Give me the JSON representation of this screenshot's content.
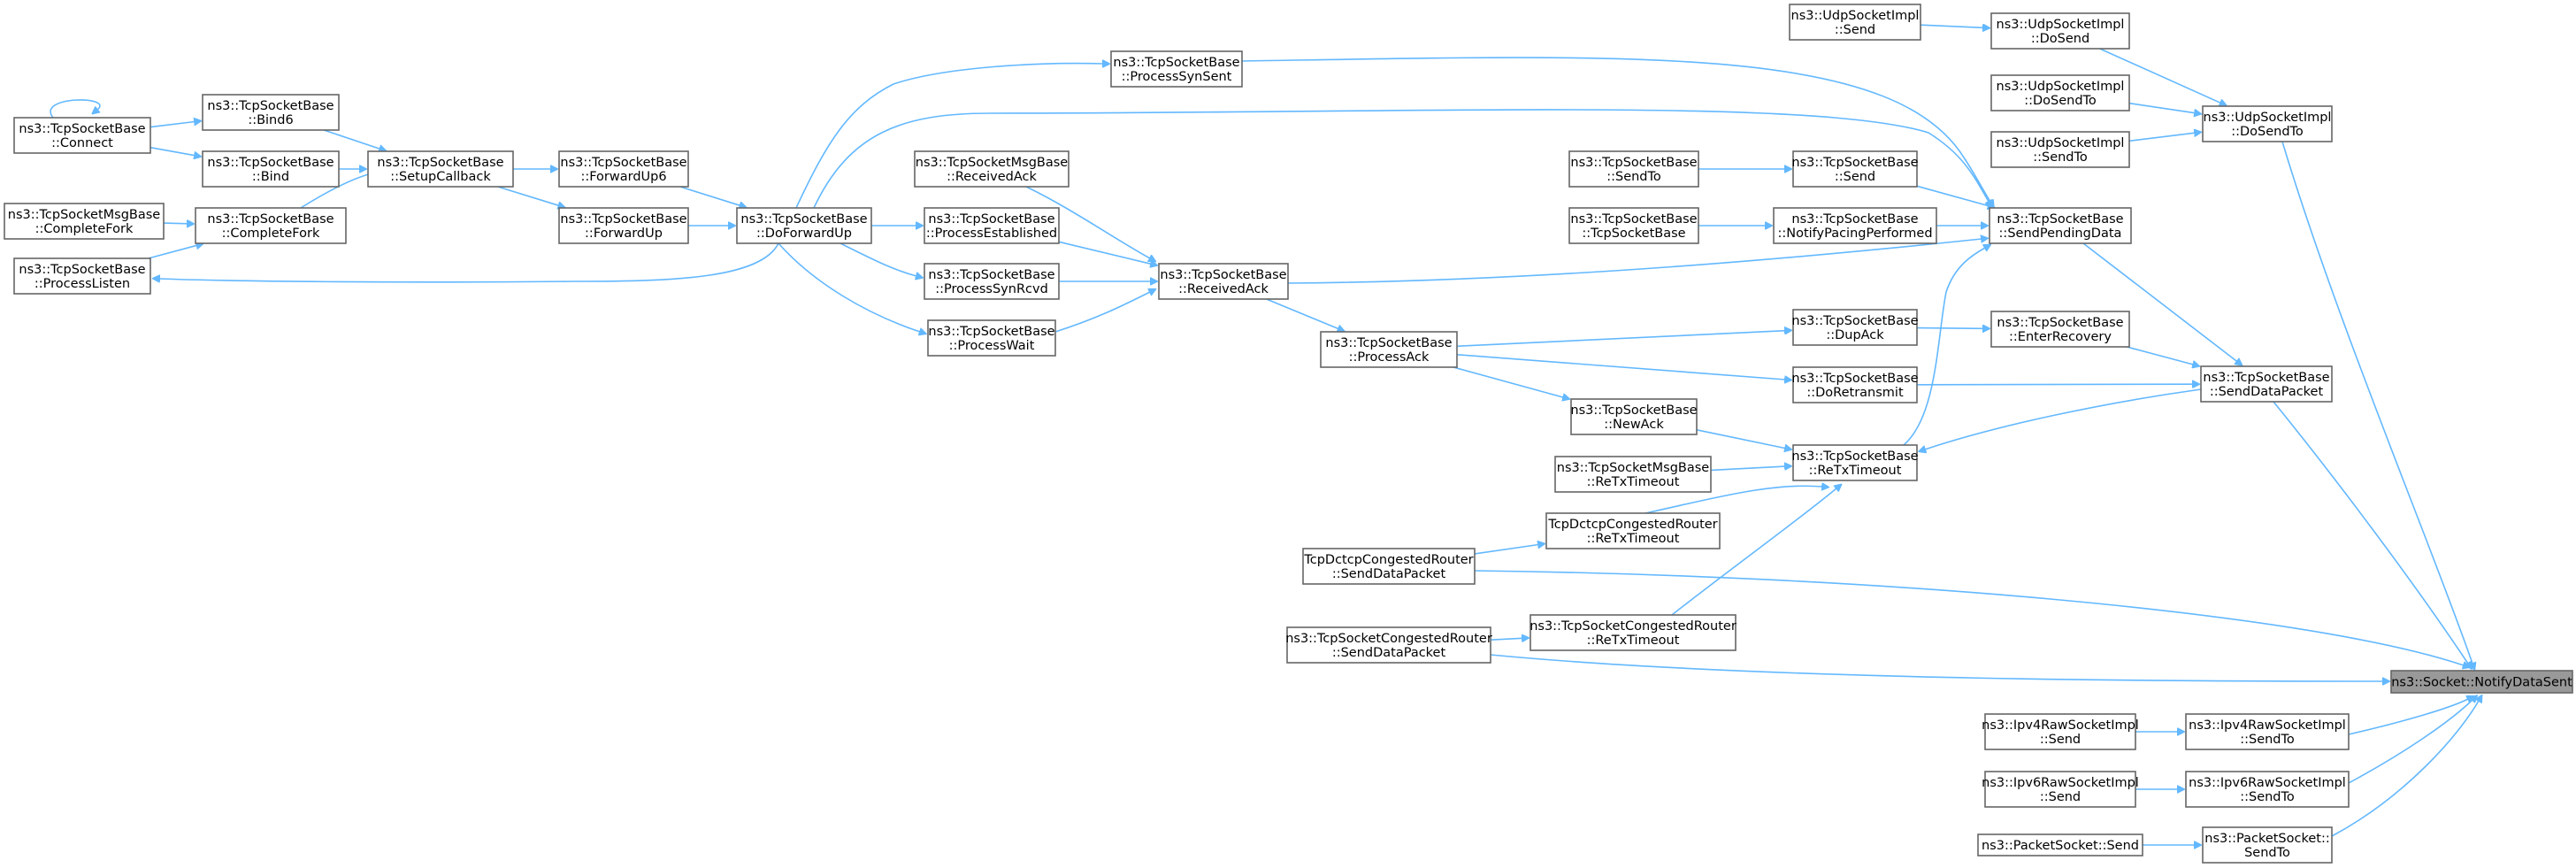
{
  "graph": {
    "current": "n_notify",
    "nodes": {
      "n_notify": {
        "lines": [
          "ns3::Socket::NotifyDataSent"
        ]
      },
      "n_udp_dosendto": {
        "lines": [
          "ns3::UdpSocketImpl",
          "::DoSendTo"
        ]
      },
      "n_udp_dosend": {
        "lines": [
          "ns3::UdpSocketImpl",
          "::DoSend"
        ]
      },
      "n_udp_send": {
        "lines": [
          "ns3::UdpSocketImpl",
          "::Send"
        ]
      },
      "n_udp_dosendto2": {
        "lines": [
          "ns3::UdpSocketImpl",
          "::DoSendTo"
        ]
      },
      "n_udp_sendto": {
        "lines": [
          "ns3::UdpSocketImpl",
          "::SendTo"
        ]
      },
      "n_tcp_senddata": {
        "lines": [
          "ns3::TcpSocketBase",
          "::SendDataPacket"
        ]
      },
      "n_tcp_sendpending": {
        "lines": [
          "ns3::TcpSocketBase",
          "::SendPendingData"
        ]
      },
      "n_tcp_enterrec": {
        "lines": [
          "ns3::TcpSocketBase",
          "::EnterRecovery"
        ]
      },
      "n_tcp_retx": {
        "lines": [
          "ns3::TcpSocketBase",
          "::ReTxTimeout"
        ]
      },
      "n_tcp_send": {
        "lines": [
          "ns3::TcpSocketBase",
          "::Send"
        ]
      },
      "n_tcp_notifypacing": {
        "lines": [
          "ns3::TcpSocketBase",
          "::NotifyPacingPerformed"
        ]
      },
      "n_tcp_dupack": {
        "lines": [
          "ns3::TcpSocketBase",
          "::DupAck"
        ]
      },
      "n_tcp_doretransmit": {
        "lines": [
          "ns3::TcpSocketBase",
          "::DoRetransmit"
        ]
      },
      "n_tcp_sendto": {
        "lines": [
          "ns3::TcpSocketBase",
          "::SendTo"
        ]
      },
      "n_tcp_tcpsocketbase": {
        "lines": [
          "ns3::TcpSocketBase",
          "::TcpSocketBase"
        ]
      },
      "n_tcp_newack": {
        "lines": [
          "ns3::TcpSocketBase",
          "::NewAck"
        ]
      },
      "n_tcpmsg_retx": {
        "lines": [
          "ns3::TcpSocketMsgBase",
          "::ReTxTimeout"
        ]
      },
      "n_dctcp_retx": {
        "lines": [
          "TcpDctcpCongestedRouter",
          "::ReTxTimeout"
        ]
      },
      "n_cong_retx": {
        "lines": [
          "ns3::TcpSocketCongestedRouter",
          "::ReTxTimeout"
        ]
      },
      "n_dctcp_senddata": {
        "lines": [
          "TcpDctcpCongestedRouter",
          "::SendDataPacket"
        ]
      },
      "n_cong_senddata": {
        "lines": [
          "ns3::TcpSocketCongestedRouter",
          "::SendDataPacket"
        ]
      },
      "n_tcp_processack": {
        "lines": [
          "ns3::TcpSocketBase",
          "::ProcessAck"
        ]
      },
      "n_tcp_receivedack": {
        "lines": [
          "ns3::TcpSocketBase",
          "::ReceivedAck"
        ]
      },
      "n_tcpmsg_receivedack": {
        "lines": [
          "ns3::TcpSocketMsgBase",
          "::ReceivedAck"
        ]
      },
      "n_tcp_processest": {
        "lines": [
          "ns3::TcpSocketBase",
          "::ProcessEstablished"
        ]
      },
      "n_tcp_processsynrcvd": {
        "lines": [
          "ns3::TcpSocketBase",
          "::ProcessSynRcvd"
        ]
      },
      "n_tcp_processwait": {
        "lines": [
          "ns3::TcpSocketBase",
          "::ProcessWait"
        ]
      },
      "n_tcp_processsynsent": {
        "lines": [
          "ns3::TcpSocketBase",
          "::ProcessSynSent"
        ]
      },
      "n_tcp_doforwardup": {
        "lines": [
          "ns3::TcpSocketBase",
          "::DoForwardUp"
        ]
      },
      "n_tcp_forwardup6": {
        "lines": [
          "ns3::TcpSocketBase",
          "::ForwardUp6"
        ]
      },
      "n_tcp_forwardup": {
        "lines": [
          "ns3::TcpSocketBase",
          "::ForwardUp"
        ]
      },
      "n_tcp_setupcallback": {
        "lines": [
          "ns3::TcpSocketBase",
          "::SetupCallback"
        ]
      },
      "n_tcp_bind6": {
        "lines": [
          "ns3::TcpSocketBase",
          "::Bind6"
        ]
      },
      "n_tcp_bind": {
        "lines": [
          "ns3::TcpSocketBase",
          "::Bind"
        ]
      },
      "n_tcp_completefork": {
        "lines": [
          "ns3::TcpSocketBase",
          "::CompleteFork"
        ]
      },
      "n_tcp_connect": {
        "lines": [
          "ns3::TcpSocketBase",
          "::Connect"
        ]
      },
      "n_tcpmsg_completefork": {
        "lines": [
          "ns3::TcpSocketMsgBase",
          "::CompleteFork"
        ]
      },
      "n_tcp_processlisten": {
        "lines": [
          "ns3::TcpSocketBase",
          "::ProcessListen"
        ]
      },
      "n_ipv4_sendto": {
        "lines": [
          "ns3::Ipv4RawSocketImpl",
          "::SendTo"
        ]
      },
      "n_ipv4_send": {
        "lines": [
          "ns3::Ipv4RawSocketImpl",
          "::Send"
        ]
      },
      "n_ipv6_sendto": {
        "lines": [
          "ns3::Ipv6RawSocketImpl",
          "::SendTo"
        ]
      },
      "n_ipv6_send": {
        "lines": [
          "ns3::Ipv6RawSocketImpl",
          "::Send"
        ]
      },
      "n_packet_sendto": {
        "lines": [
          "ns3::PacketSocket::",
          "SendTo"
        ]
      },
      "n_packet_send": {
        "lines": [
          "ns3::PacketSocket::Send"
        ]
      }
    },
    "edges": [
      [
        "n_udp_dosendto",
        "n_notify"
      ],
      [
        "n_udp_dosend",
        "n_udp_dosendto"
      ],
      [
        "n_udp_send",
        "n_udp_dosend"
      ],
      [
        "n_udp_dosendto2",
        "n_udp_dosendto"
      ],
      [
        "n_udp_sendto",
        "n_udp_dosendto"
      ],
      [
        "n_tcp_senddata",
        "n_notify"
      ],
      [
        "n_tcp_sendpending",
        "n_tcp_senddata"
      ],
      [
        "n_tcp_enterrec",
        "n_tcp_senddata"
      ],
      [
        "n_tcp_doretransmit",
        "n_tcp_senddata"
      ],
      [
        "n_tcp_senddata",
        "n_tcp_retx"
      ],
      [
        "n_tcp_retx",
        "n_tcp_sendpending"
      ],
      [
        "n_tcp_send",
        "n_tcp_sendpending"
      ],
      [
        "n_tcp_notifypacing",
        "n_tcp_sendpending"
      ],
      [
        "n_tcp_processsynsent",
        "n_tcp_sendpending"
      ],
      [
        "n_tcp_doforwardup",
        "n_tcp_sendpending"
      ],
      [
        "n_tcp_receivedack",
        "n_tcp_sendpending"
      ],
      [
        "n_tcp_dupack",
        "n_tcp_enterrec"
      ],
      [
        "n_tcp_processack",
        "n_tcp_dupack"
      ],
      [
        "n_tcp_processack",
        "n_tcp_doretransmit"
      ],
      [
        "n_tcp_sendto",
        "n_tcp_send"
      ],
      [
        "n_tcp_tcpsocketbase",
        "n_tcp_notifypacing"
      ],
      [
        "n_tcp_newack",
        "n_tcp_retx"
      ],
      [
        "n_tcp_processack",
        "n_tcp_newack"
      ],
      [
        "n_tcpmsg_retx",
        "n_tcp_retx"
      ],
      [
        "n_dctcp_retx",
        "n_tcp_retx"
      ],
      [
        "n_cong_retx",
        "n_tcp_retx"
      ],
      [
        "n_dctcp_senddata",
        "n_dctcp_retx"
      ],
      [
        "n_cong_senddata",
        "n_cong_retx"
      ],
      [
        "n_dctcp_senddata",
        "n_notify"
      ],
      [
        "n_cong_senddata",
        "n_notify"
      ],
      [
        "n_tcp_receivedack",
        "n_tcp_processack"
      ],
      [
        "n_tcpmsg_receivedack",
        "n_tcp_receivedack"
      ],
      [
        "n_tcp_processest",
        "n_tcp_receivedack"
      ],
      [
        "n_tcp_processsynrcvd",
        "n_tcp_receivedack"
      ],
      [
        "n_tcp_processwait",
        "n_tcp_receivedack"
      ],
      [
        "n_tcp_doforwardup",
        "n_tcp_processsynsent"
      ],
      [
        "n_tcp_doforwardup",
        "n_tcp_processest"
      ],
      [
        "n_tcp_doforwardup",
        "n_tcp_processsynrcvd"
      ],
      [
        "n_tcp_doforwardup",
        "n_tcp_processwait"
      ],
      [
        "n_tcp_doforwardup",
        "n_tcp_processlisten"
      ],
      [
        "n_tcp_forwardup6",
        "n_tcp_doforwardup"
      ],
      [
        "n_tcp_forwardup",
        "n_tcp_doforwardup"
      ],
      [
        "n_tcp_setupcallback",
        "n_tcp_forwardup6"
      ],
      [
        "n_tcp_setupcallback",
        "n_tcp_forwardup"
      ],
      [
        "n_tcp_bind6",
        "n_tcp_setupcallback"
      ],
      [
        "n_tcp_bind",
        "n_tcp_setupcallback"
      ],
      [
        "n_tcp_completefork",
        "n_tcp_setupcallback"
      ],
      [
        "n_tcp_connect",
        "n_tcp_bind6"
      ],
      [
        "n_tcp_connect",
        "n_tcp_bind"
      ],
      [
        "n_tcp_connect",
        "n_tcp_connect"
      ],
      [
        "n_tcpmsg_completefork",
        "n_tcp_completefork"
      ],
      [
        "n_tcp_processlisten",
        "n_tcp_completefork"
      ],
      [
        "n_ipv4_sendto",
        "n_notify"
      ],
      [
        "n_ipv4_send",
        "n_ipv4_sendto"
      ],
      [
        "n_ipv6_sendto",
        "n_notify"
      ],
      [
        "n_ipv6_send",
        "n_ipv6_sendto"
      ],
      [
        "n_packet_sendto",
        "n_notify"
      ],
      [
        "n_packet_send",
        "n_packet_sendto"
      ]
    ]
  }
}
